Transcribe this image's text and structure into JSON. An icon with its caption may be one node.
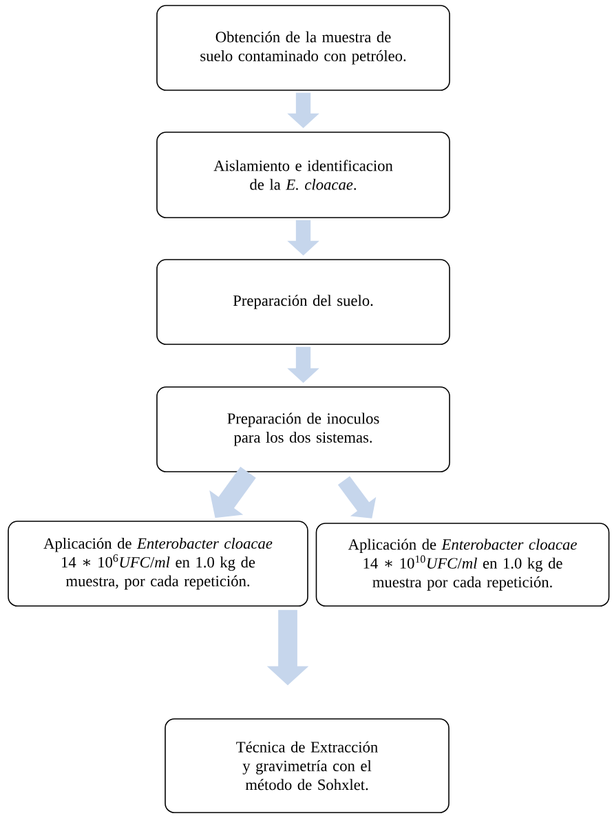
{
  "diagram": {
    "nodes": [
      {
        "text": [
          "Obtención de la muestra de suelo contaminado con petróleo."
        ]
      },
      {
        "text": [
          "Aislamiento e identificacion de la *E. cloacae*."
        ]
      },
      {
        "text": [
          "Preparación del suelo."
        ]
      },
      {
        "text": [
          "Preparación de inoculos para los dos sistemas."
        ]
      },
      {
        "text": [
          "Aplicación de *Enterobacter cloacae* 14 ∗ 10$^{6}$*UFC*/*ml* en 1.0 kg de muestra, por cada repetición."
        ]
      },
      {
        "text": [
          "Aplicación de *Enterobacter cloacae* 14 ∗ 10$^{10}$*UFC*/*ml* en 1.0 kg de muestra por cada repetición."
        ]
      },
      {
        "text": [
          "Técnica de Extracción y gravimetría con el método de Sohxlet."
        ]
      }
    ],
    "edges": [
      {
        "from": 0,
        "to": 1,
        "arrow": "to"
      },
      {
        "from": 1,
        "to": 2,
        "arrow": "to"
      },
      {
        "from": 2,
        "to": 3,
        "arrow": "to"
      },
      {
        "from": 3,
        "to": 4,
        "arrow": "to"
      },
      {
        "from": 3,
        "to": 5,
        "arrow": "to"
      },
      {
        "from": 4,
        "to": 6,
        "arrow": "to"
      }
    ]
  }
}
